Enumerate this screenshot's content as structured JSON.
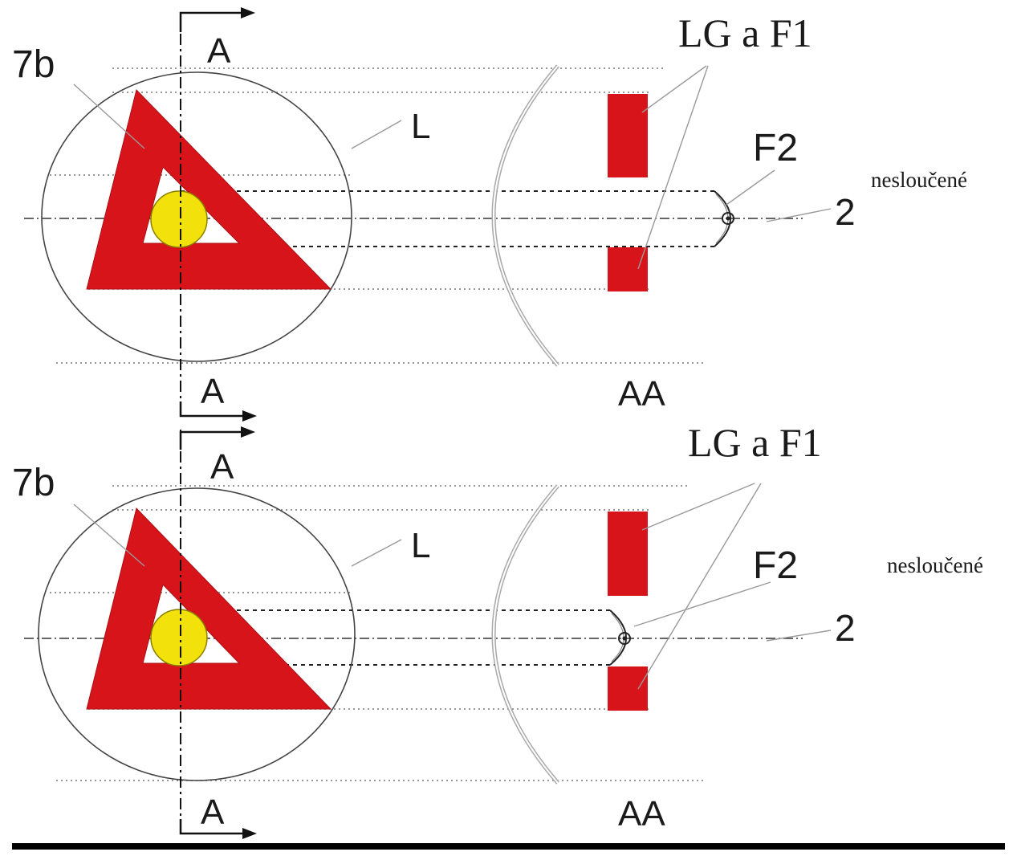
{
  "panels": [
    {
      "section_label_top": "A",
      "section_label_bottom": "A",
      "part_label": "7b",
      "lens_label": "L",
      "group_label": "LG a F1",
      "eye_label": "F2",
      "axis_label": "2",
      "state_label": "nesloučené",
      "view_label": "AA"
    },
    {
      "section_label_top": "A",
      "section_label_bottom": "A",
      "part_label": "7b",
      "lens_label": "L",
      "group_label": "LG a F1",
      "eye_label": "F2",
      "axis_label": "2",
      "state_label": "nesloučené",
      "view_label": "AA"
    }
  ],
  "colors": {
    "triangle_red": "#d8141b",
    "circle_yellow": "#f2e10a",
    "block_red": "#d8141b",
    "line_dark": "#1a1a1a",
    "line_grey": "#888888"
  }
}
